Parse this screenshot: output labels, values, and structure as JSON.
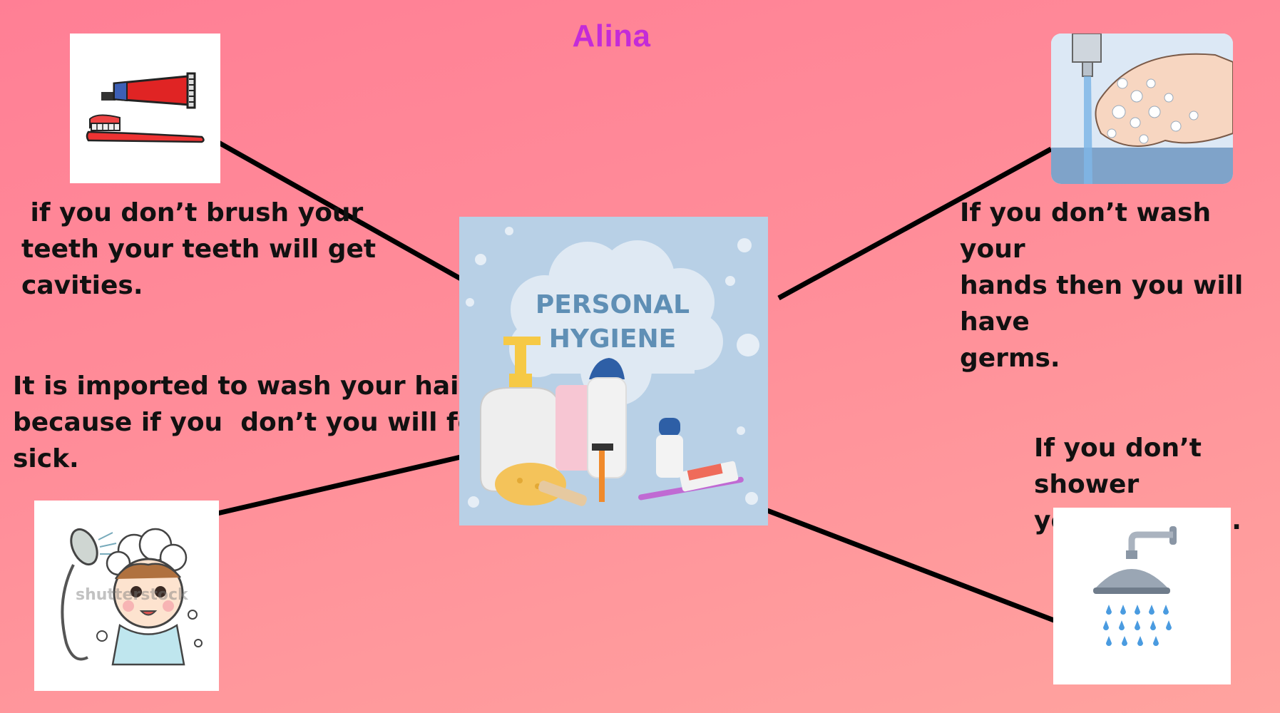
{
  "title": "Alina",
  "colors": {
    "title": "#c42bd8",
    "background_top": "#ff7f95",
    "background_bottom": "#ffa39f",
    "line": "#000000",
    "center_background": "#b8d0e6"
  },
  "center": {
    "label_line1": "PERSONAL",
    "label_line2": "HYGIENE",
    "icon": "personal-hygiene-products-illustration"
  },
  "topics": [
    {
      "id": "brush-teeth",
      "icon": "toothpaste-toothbrush-icon",
      "lines": [
        " if you don’t brush your",
        "teeth your teeth will get",
        "cavities."
      ]
    },
    {
      "id": "wash-hands",
      "icon": "hand-washing-icon",
      "lines": [
        "If you don’t wash your",
        "hands then you will have",
        "germs."
      ]
    },
    {
      "id": "wash-hair",
      "icon": "child-hair-washing-icon",
      "watermark": "shutterstock",
      "lines": [
        "It is imported to wash your hair",
        "because if you  don’t you will feel",
        "sick."
      ]
    },
    {
      "id": "shower",
      "icon": "shower-head-icon",
      "lines": [
        "If you don’t shower",
        "you will smell."
      ]
    }
  ]
}
